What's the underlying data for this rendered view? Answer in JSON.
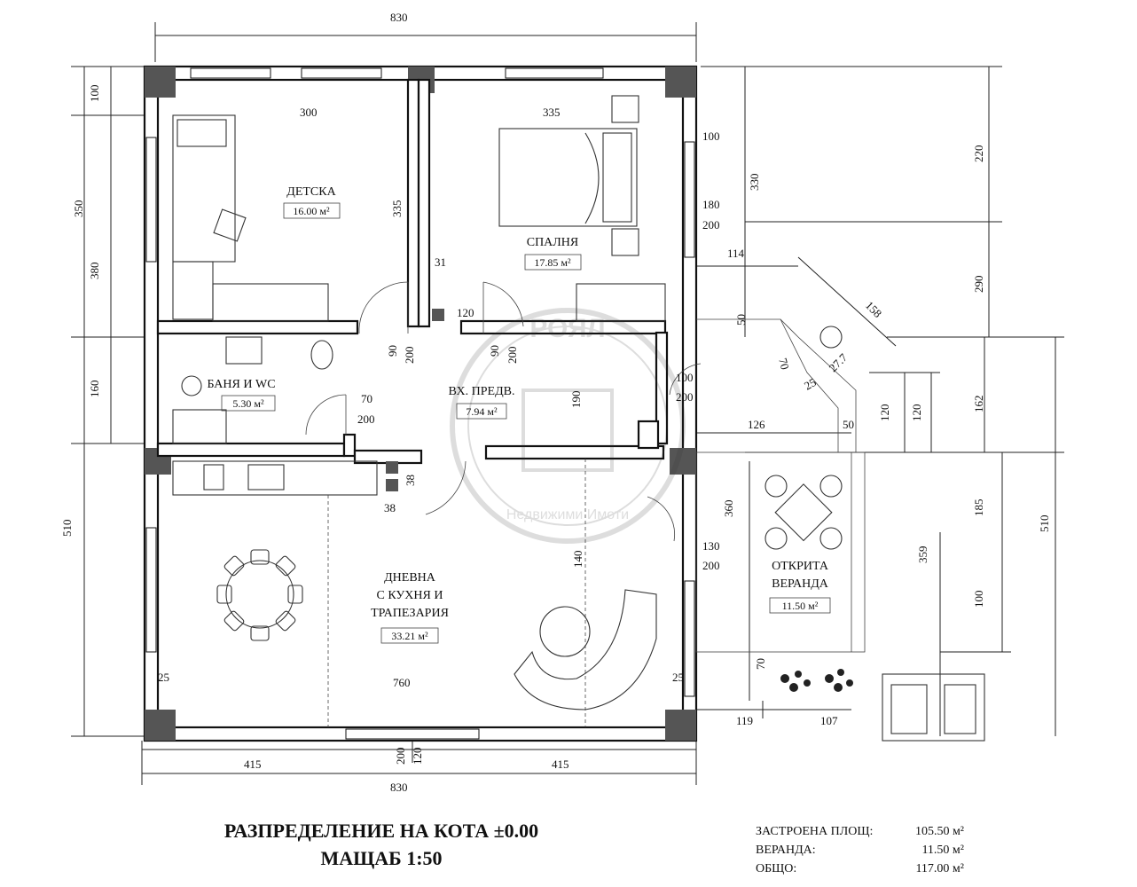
{
  "title": {
    "line1": "РАЗПРЕДЕЛЕНИЕ НА КОТА ±0.00",
    "line2": "МАЩАБ 1:50"
  },
  "summary": {
    "rows": [
      {
        "label": "ЗАСТРОЕНА ПЛОЩ:",
        "value": "105.50 м²"
      },
      {
        "label": "ВЕРАНДА:",
        "value": "11.50 м²"
      },
      {
        "label": "ОБЩО:",
        "value": "117.00 м²"
      }
    ]
  },
  "rooms": {
    "detska": {
      "name": "ДЕТСКА",
      "area": "16.00 м²"
    },
    "spalnya": {
      "name": "СПАЛНЯ",
      "area": "17.85 м²"
    },
    "banya": {
      "name": "БАНЯ И WC",
      "area": "5.30 м²"
    },
    "vhpred": {
      "name": "ВХ. ПРЕДВ.",
      "area": "7.94 м²"
    },
    "dnevna": {
      "line1": "ДНЕВНА",
      "line2": "С КУХНЯ И",
      "line3": "ТРАПЕЗАРИЯ",
      "area": "33.21 м²"
    },
    "veranda": {
      "line1": "ОТКРИТА",
      "line2": "ВЕРАНДА",
      "area": "11.50 м²"
    }
  },
  "dimensions": {
    "top_total": "830",
    "bottom_total": "830",
    "bottom_left": "415",
    "bottom_right": "415",
    "bottom_win_h": "200",
    "bottom_win_w": "120",
    "left_100": "100",
    "left_350": "350",
    "left_380": "380",
    "left_160": "160",
    "left_510": "510",
    "detska_w": "300",
    "spalnya_w": "335",
    "detska_h": "335",
    "d31": "31",
    "d120a": "120",
    "door90a": "90",
    "door200a": "200",
    "door90b": "90",
    "door200b": "200",
    "door70": "70",
    "door200c": "200",
    "d190": "190",
    "d38a": "38",
    "d38b": "38",
    "d760": "760",
    "d25a": "25",
    "d25b": "25",
    "d140": "140",
    "r100": "100",
    "r180": "180",
    "r200a": "200",
    "r330": "330",
    "r114": "114",
    "r50a": "50",
    "r100b": "100",
    "r200b": "200",
    "r126": "126",
    "r50b": "50",
    "r360": "360",
    "r130": "130",
    "r200c": "200",
    "r119": "119",
    "r107": "107",
    "r70": "70",
    "r158": "158",
    "r70b": "70",
    "r25": "25",
    "r277": "27.7",
    "r120a": "120",
    "r120b": "120",
    "r359": "359",
    "far220": "220",
    "far290": "290",
    "far162": "162",
    "far185": "185",
    "far100": "100",
    "far510": "510"
  },
  "watermark": {
    "line1": "РОЯЛ",
    "line2": "Недвижими Имоти"
  }
}
